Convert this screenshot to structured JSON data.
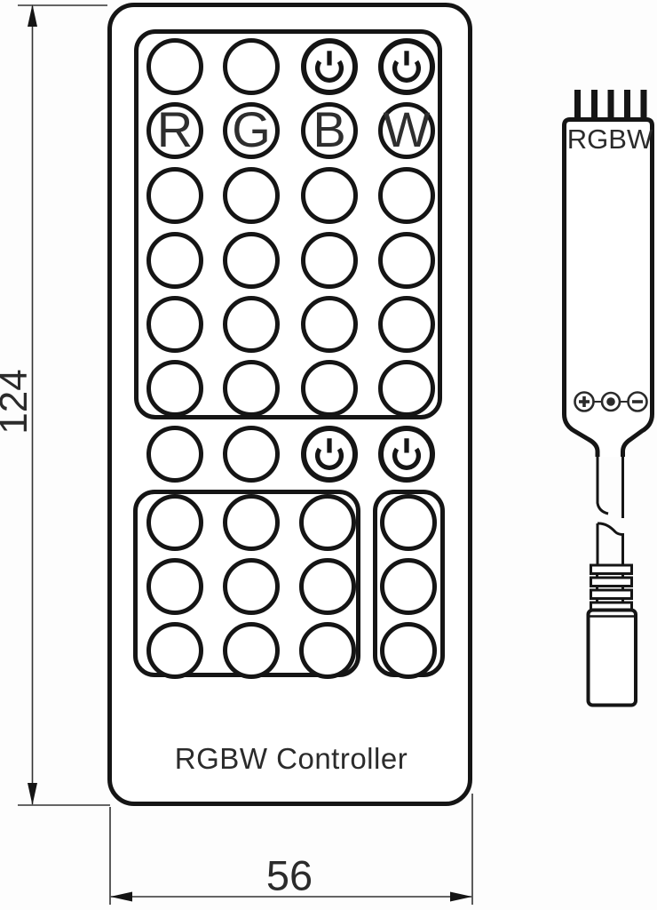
{
  "dimensions": {
    "height": "124",
    "width": "56"
  },
  "remote": {
    "caption": "RGBW Controller",
    "top_panel": {
      "rows": [
        [
          "blank",
          "blank",
          "power",
          "power"
        ],
        [
          "R",
          "G",
          "B",
          "W"
        ],
        [
          "blank",
          "blank",
          "blank",
          "blank"
        ],
        [
          "blank",
          "blank",
          "blank",
          "blank"
        ],
        [
          "blank",
          "blank",
          "blank",
          "blank"
        ],
        [
          "blank",
          "blank",
          "blank",
          "blank"
        ]
      ]
    },
    "middle_row": [
      "blank",
      "blank",
      "power",
      "power"
    ],
    "bottom_left_panel": {
      "rows": [
        [
          "blank",
          "blank",
          "blank"
        ],
        [
          "blank",
          "blank",
          "blank"
        ],
        [
          "blank",
          "blank",
          "blank"
        ]
      ]
    },
    "bottom_right_panel": {
      "rows": [
        [
          "blank"
        ],
        [
          "blank"
        ],
        [
          "blank"
        ]
      ]
    }
  },
  "controller": {
    "label": "RGBW",
    "pin_count": 5,
    "terminal_icons": [
      "plus-screw",
      "dot",
      "minus-screw"
    ]
  },
  "colors": {
    "line": "#151515",
    "dimension_line": "#333333",
    "background": "#fdfdfd",
    "text": "#2b2b2b"
  }
}
